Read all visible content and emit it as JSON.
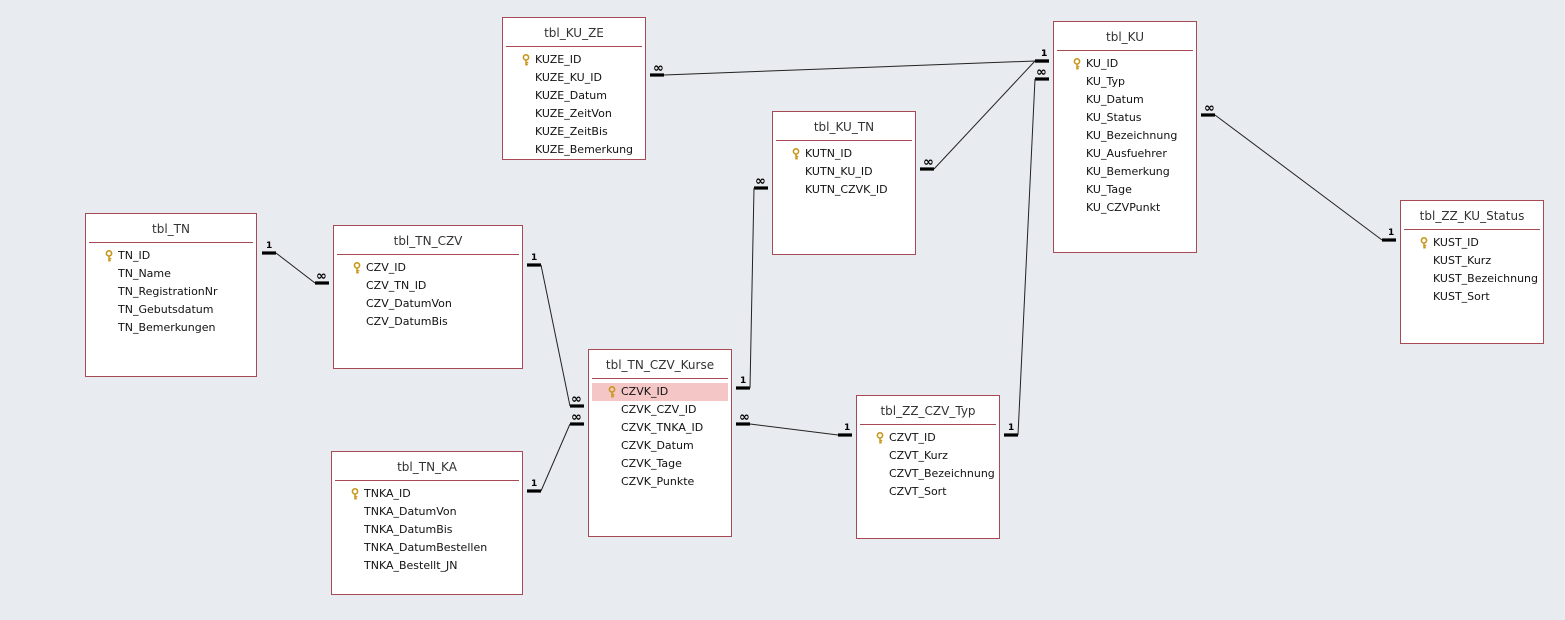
{
  "tables": {
    "tbl_ku_ze": {
      "title": "tbl_KU_ZE",
      "fields": [
        {
          "name": "KUZE_ID",
          "key": true
        },
        {
          "name": "KUZE_KU_ID"
        },
        {
          "name": "KUZE_Datum"
        },
        {
          "name": "KUZE_ZeitVon"
        },
        {
          "name": "KUZE_ZeitBis"
        },
        {
          "name": "KUZE_Bemerkung"
        }
      ]
    },
    "tbl_ku": {
      "title": "tbl_KU",
      "fields": [
        {
          "name": "KU_ID",
          "key": true
        },
        {
          "name": "KU_Typ"
        },
        {
          "name": "KU_Datum"
        },
        {
          "name": "KU_Status"
        },
        {
          "name": "KU_Bezeichnung"
        },
        {
          "name": "KU_Ausfuehrer"
        },
        {
          "name": "KU_Bemerkung"
        },
        {
          "name": "KU_Tage"
        },
        {
          "name": "KU_CZVPunkt"
        }
      ]
    },
    "tbl_ku_tn": {
      "title": "tbl_KU_TN",
      "fields": [
        {
          "name": "KUTN_ID",
          "key": true
        },
        {
          "name": "KUTN_KU_ID"
        },
        {
          "name": "KUTN_CZVK_ID"
        }
      ]
    },
    "tbl_tn": {
      "title": "tbl_TN",
      "fields": [
        {
          "name": "TN_ID",
          "key": true
        },
        {
          "name": "TN_Name"
        },
        {
          "name": "TN_RegistrationNr"
        },
        {
          "name": "TN_Gebutsdatum"
        },
        {
          "name": "TN_Bemerkungen"
        }
      ]
    },
    "tbl_tn_czv": {
      "title": "tbl_TN_CZV",
      "fields": [
        {
          "name": "CZV_ID",
          "key": true
        },
        {
          "name": "CZV_TN_ID"
        },
        {
          "name": "CZV_DatumVon"
        },
        {
          "name": "CZV_DatumBis"
        }
      ]
    },
    "tbl_tn_czv_kurse": {
      "title": "tbl_TN_CZV_Kurse",
      "fields": [
        {
          "name": "CZVK_ID",
          "key": true,
          "selected": true
        },
        {
          "name": "CZVK_CZV_ID"
        },
        {
          "name": "CZVK_TNKA_ID"
        },
        {
          "name": "CZVK_Datum"
        },
        {
          "name": "CZVK_Tage"
        },
        {
          "name": "CZVK_Punkte"
        }
      ]
    },
    "tbl_tn_ka": {
      "title": "tbl_TN_KA",
      "fields": [
        {
          "name": "TNKA_ID",
          "key": true
        },
        {
          "name": "TNKA_DatumVon"
        },
        {
          "name": "TNKA_DatumBis"
        },
        {
          "name": "TNKA_DatumBestellen"
        },
        {
          "name": "TNKA_Bestellt_JN"
        }
      ]
    },
    "tbl_zz_czv_typ": {
      "title": "tbl_ZZ_CZV_Typ",
      "fields": [
        {
          "name": "CZVT_ID",
          "key": true
        },
        {
          "name": "CZVT_Kurz"
        },
        {
          "name": "CZVT_Bezeichnung"
        },
        {
          "name": "CZVT_Sort"
        }
      ]
    },
    "tbl_zz_ku_status": {
      "title": "tbl_ZZ_KU_Status",
      "fields": [
        {
          "name": "KUST_ID",
          "key": true
        },
        {
          "name": "KUST_Kurz"
        },
        {
          "name": "KUST_Bezeichnung"
        },
        {
          "name": "KUST_Sort"
        }
      ]
    }
  },
  "relationships": [
    {
      "from": "tbl_tn",
      "to": "tbl_tn_czv",
      "from_card": "1",
      "to_card": "∞"
    },
    {
      "from": "tbl_tn_czv",
      "to": "tbl_tn_czv_kurse",
      "from_card": "1",
      "to_card": "∞"
    },
    {
      "from": "tbl_tn_ka",
      "to": "tbl_tn_czv_kurse",
      "from_card": "1",
      "to_card": "∞"
    },
    {
      "from": "tbl_tn_czv_kurse",
      "to": "tbl_ku_tn",
      "from_card": "1",
      "to_card": "∞"
    },
    {
      "from": "tbl_zz_czv_typ",
      "to": "tbl_tn_czv_kurse",
      "from_card": "1",
      "to_card": "∞"
    },
    {
      "from": "tbl_ku",
      "to": "tbl_ku_ze",
      "from_card": "1",
      "to_card": "∞"
    },
    {
      "from": "tbl_ku",
      "to": "tbl_ku_tn",
      "from_card": "1",
      "to_card": "∞"
    },
    {
      "from": "tbl_zz_czv_typ",
      "to": "tbl_ku",
      "from_card": "1",
      "to_card": "∞"
    },
    {
      "from": "tbl_zz_ku_status",
      "to": "tbl_ku",
      "from_card": "1",
      "to_card": "∞"
    }
  ],
  "colors": {
    "background": "#e8ebef",
    "table_border": "#a64b55",
    "selected_field": "#f4c6c6",
    "key_icon": "#d7a81e",
    "line": "#000000"
  },
  "icons": {
    "primary_key": "key-icon"
  }
}
